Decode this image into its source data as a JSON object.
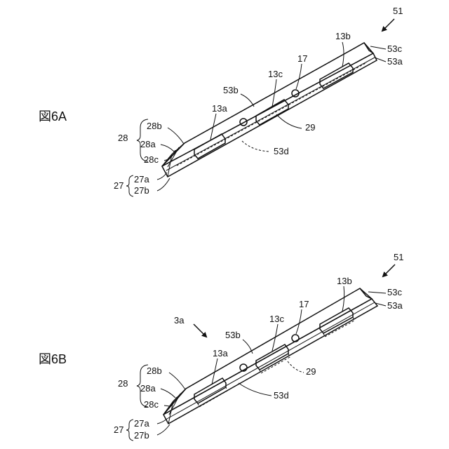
{
  "figures": [
    {
      "id": "6A",
      "title": "図6A",
      "labels": {
        "assembly": "51",
        "top_right_edge": "53c",
        "right_edge": "53a",
        "part_13b": "13b",
        "hole": "17",
        "part_13c": "13c",
        "top_face": "53b",
        "part_13a": "13a",
        "group_28": "28",
        "part_28b": "28b",
        "part_28a": "28a",
        "part_28c": "28c",
        "rib": "29",
        "fold_line": "53d",
        "group_27": "27",
        "part_27a": "27a",
        "part_27b": "27b"
      }
    },
    {
      "id": "6B",
      "title": "図6B",
      "labels": {
        "assembly": "51",
        "surface": "3a",
        "top_right_edge": "53c",
        "right_edge": "53a",
        "part_13b": "13b",
        "hole": "17",
        "part_13c": "13c",
        "top_face": "53b",
        "part_13a": "13a",
        "group_28": "28",
        "part_28b": "28b",
        "part_28a": "28a",
        "part_28c": "28c",
        "rib": "29",
        "fold_line": "53d",
        "group_27": "27",
        "part_27a": "27a",
        "part_27b": "27b"
      }
    }
  ]
}
